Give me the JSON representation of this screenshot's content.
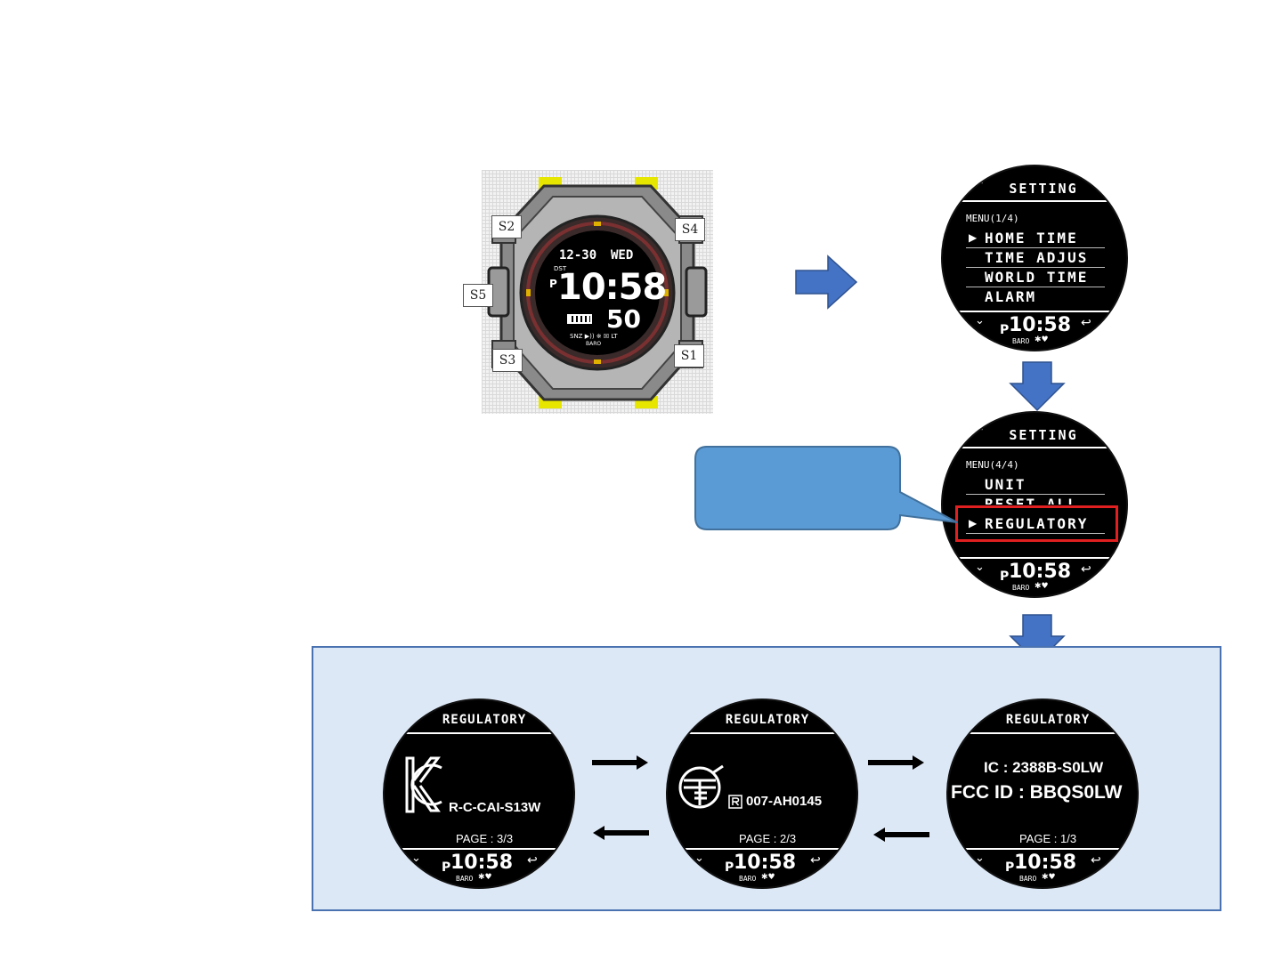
{
  "watch": {
    "labels": {
      "s1": "S1",
      "s2": "S2",
      "s3": "S3",
      "s4": "S4",
      "s5": "S5"
    },
    "face": {
      "date": "12-30",
      "day": "WED",
      "dst": "DST",
      "pm": "P",
      "time": "10:58",
      "seconds": "50",
      "status": "SNZ ▶)) ※ ☒ LT",
      "baro": "BARO"
    }
  },
  "menu1": {
    "header": "SETTING",
    "counter": "MENU(1/4)",
    "items": [
      "HOME TIME",
      "TIME ADJUS",
      "WORLD TIME",
      "ALARM"
    ],
    "selected_index": 0
  },
  "menu4": {
    "header": "SETTING",
    "counter": "MENU(4/4)",
    "items": [
      "UNIT",
      "RESET ALL",
      "REGULATORY"
    ],
    "selected_index": 2
  },
  "footer": {
    "pm": "P",
    "time": "10:58",
    "baro": "BARO"
  },
  "regulatory": {
    "header": "REGULATORY",
    "page3": {
      "id": "R-C-CAI-S13W",
      "page": "PAGE : 3/3"
    },
    "page2": {
      "id": "007-AH0145",
      "page": "PAGE : 2/3"
    },
    "page1": {
      "ic": "IC : 2388B-S0LW",
      "fcc": "FCC ID : BBQS0LW",
      "page": "PAGE : 1/3"
    }
  },
  "colors": {
    "arrow": "#4472c4",
    "callout": "#5b9bd5",
    "highlight": "#e02020",
    "panel": "#dde8f6"
  }
}
